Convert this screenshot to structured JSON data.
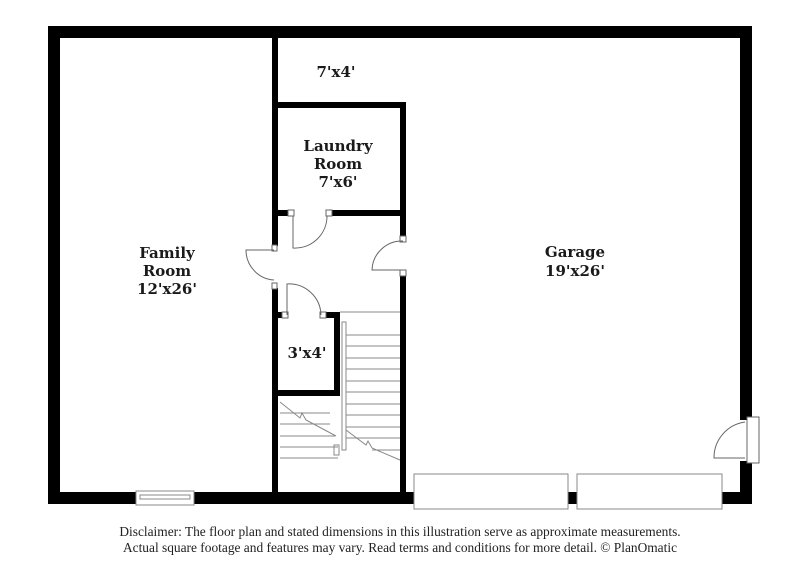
{
  "floor_plan": {
    "rooms": [
      {
        "id": "family-room",
        "name_line1": "Family",
        "name_line2": "Room",
        "dimensions": "12'x26'"
      },
      {
        "id": "closet-top",
        "dimensions": "7'x4'"
      },
      {
        "id": "laundry-room",
        "name_line1": "Laundry",
        "name_line2": "Room",
        "dimensions": "7'x6'"
      },
      {
        "id": "garage",
        "name_line1": "Garage",
        "dimensions": "19'x26'"
      },
      {
        "id": "closet-small",
        "dimensions": "3'x4'"
      }
    ],
    "colors": {
      "wall": "#000000",
      "fixture_stroke": "#888888",
      "background": "#ffffff"
    }
  },
  "disclaimer": {
    "line1": "Disclaimer: The floor plan and stated dimensions in this illustration serve as approximate measurements.",
    "line2": "Actual square footage and features may vary. Read terms and conditions for more detail. © PlanOmatic"
  }
}
